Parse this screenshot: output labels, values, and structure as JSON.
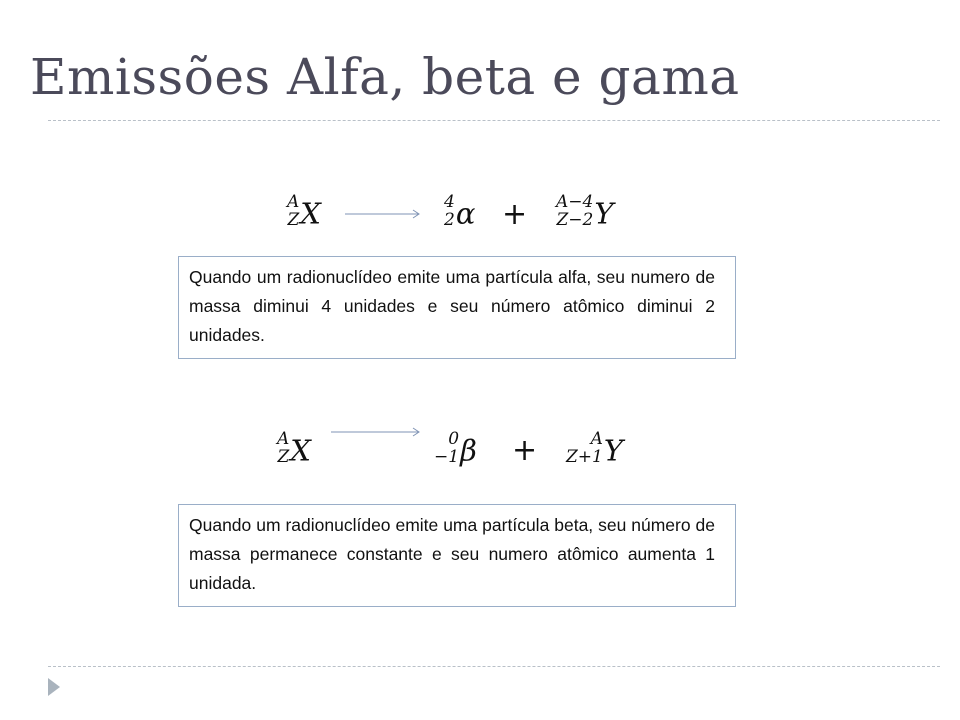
{
  "slide": {
    "title": "Emissões Alfa, beta e gama"
  },
  "alpha": {
    "parent": {
      "mass": "A",
      "atomic": "Z",
      "symbol": "X"
    },
    "particle": {
      "mass": "4",
      "atomic": "2",
      "symbol": "α"
    },
    "plus": "+",
    "daughter": {
      "mass": "A−4",
      "atomic": "Z−2",
      "symbol": "Y"
    },
    "description": "Quando um radionuclídeo emite uma partícula alfa, seu numero de massa diminui 4 unidades e seu número atômico diminui 2 unidades."
  },
  "beta": {
    "parent": {
      "mass": "A",
      "atomic": "Z",
      "symbol": "X"
    },
    "particle": {
      "mass": "0",
      "atomic": "−1",
      "symbol": "β"
    },
    "plus": "+",
    "daughter": {
      "mass": "A",
      "atomic": "Z+1",
      "symbol": "Y"
    },
    "description": "Quando um radionuclídeo emite uma partícula beta, seu número de massa permanece constante e seu numero atômico aumenta 1 unidada."
  },
  "colors": {
    "title": "#4b4a5a",
    "box_border": "#9aaec8",
    "arrow": "#7f93b4",
    "rule": "#b9c0c8",
    "play_icon": "#a9b3bd"
  },
  "icons": [
    "arrow-right-icon",
    "play-icon"
  ]
}
